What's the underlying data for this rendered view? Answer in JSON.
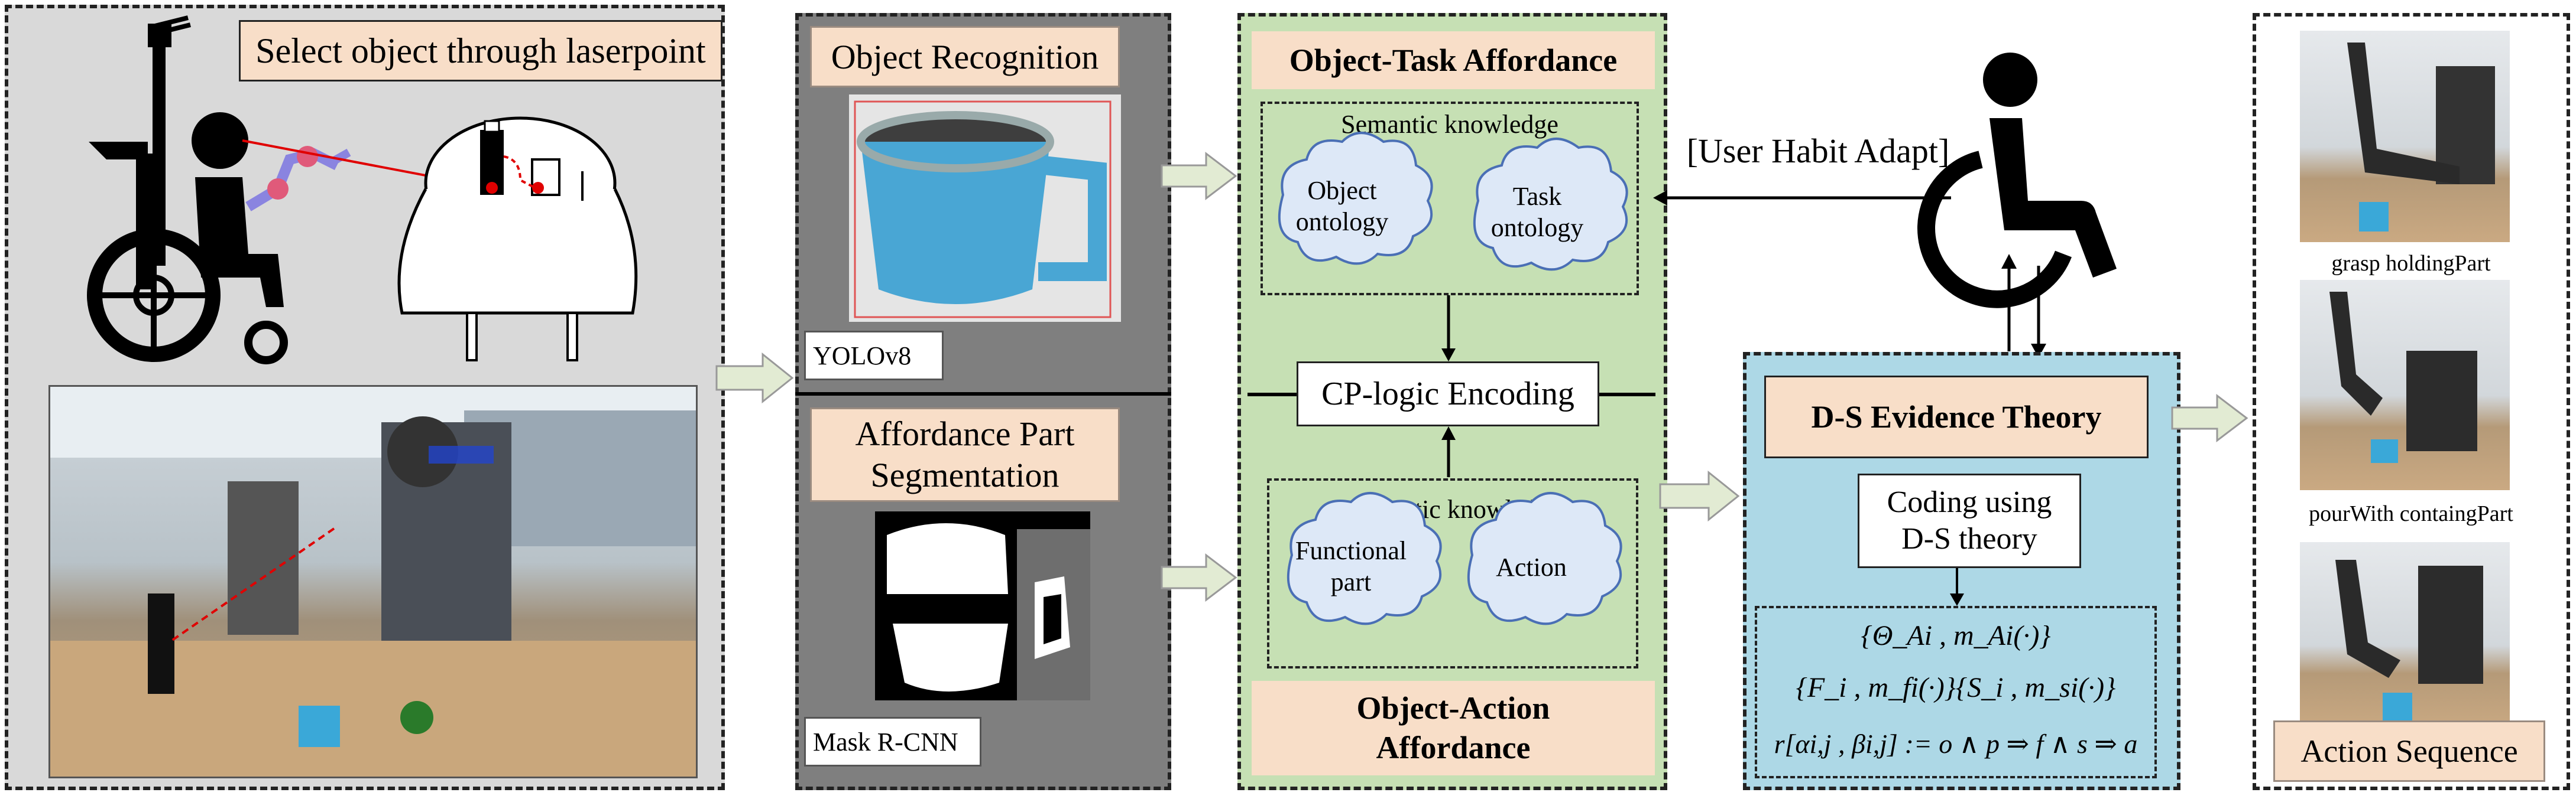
{
  "panel1": {
    "title": "Select object through laserpoint"
  },
  "panel2": {
    "object_recognition": "Object Recognition",
    "yolo": "YOLOv8",
    "affordance_part_line1": "Affordance Part",
    "affordance_part_line2": "Segmentation",
    "mask_rcnn": "Mask R-CNN"
  },
  "panel3": {
    "object_task_affordance": "Object-Task Affordance",
    "semantic_knowledge_top": "Semantic knowledge",
    "object_ontology_line1": "Object",
    "object_ontology_line2": "ontology",
    "task_ontology_line1": "Task",
    "task_ontology_line2": "ontology",
    "cp_logic": "CP-logic Encoding",
    "semantic_knowledge_bottom": "Semantic knowledge",
    "functional_part_line1": "Functional",
    "functional_part_line2": "part",
    "action": "Action",
    "object_action_line1": "Object-Action",
    "object_action_line2": "Affordance"
  },
  "panel4": {
    "ds_evidence": "D-S Evidence Theory",
    "coding_line1": "Coding using",
    "coding_line2": "D-S theory",
    "formula_line1": "{Θ_Ai , m_Ai(·)}",
    "formula_line2": "{F_i , m_fi(·)}{S_i , m_si(·)}",
    "formula_line3": "r[αi,j , βi,j] := o ∧ p ⇒ f ∧ s ⇒ a"
  },
  "user_habit": "[User Habit Adapt]",
  "panel5": {
    "caption1": "grasp holdingPart",
    "caption2": "pourWith containgPart",
    "action_sequence": "Action Sequence"
  },
  "colors": {
    "panel1_bg": "#d9d9d9",
    "panel2_bg": "#7f7f7f",
    "panel3_bg": "#c6e0b4",
    "panel4_bg": "#add8e6",
    "peach": "#f8dec8",
    "cloud_fill": "#dde8f7",
    "cloud_stroke": "#4a6fb5"
  }
}
